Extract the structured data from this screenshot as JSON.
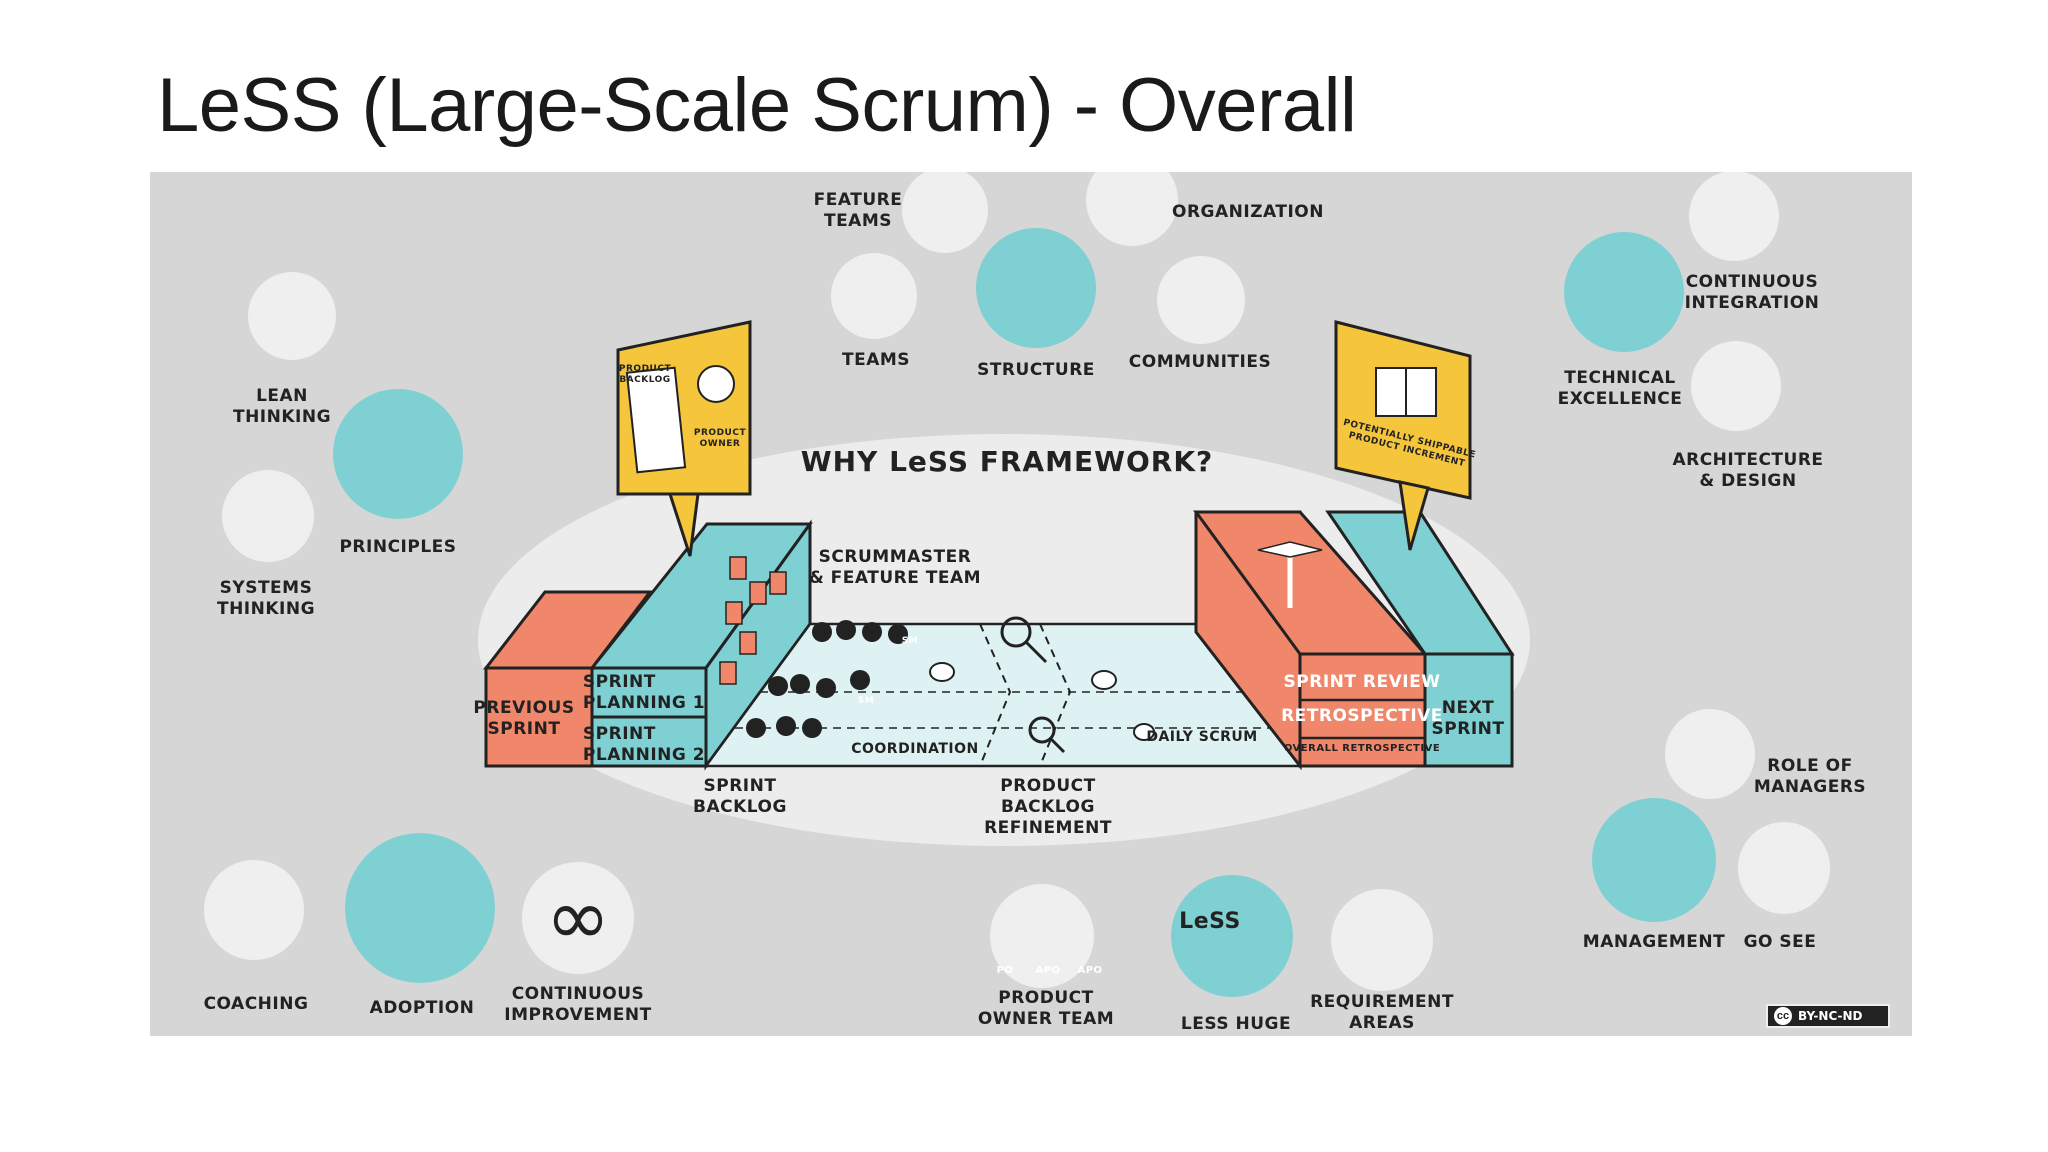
{
  "title": "LeSS (Large-Scale Scrum) - Overall",
  "center_title": "WHY LeSS FRAMEWORK?",
  "labels": {
    "feature_teams": "FEATURE\nTEAMS",
    "organization": "ORGANIZATION",
    "teams": "TEAMS",
    "structure": "STRUCTURE",
    "communities": "COMMUNITIES",
    "continuous_integration": "CONTINUOUS\nINTEGRATION",
    "technical_excellence": "TECHNICAL\nEXCELLENCE",
    "architecture_design": "ARCHITECTURE\n& DESIGN",
    "lean_thinking": "LEAN\nTHINKING",
    "principles": "PRINCIPLES",
    "systems_thinking": "SYSTEMS\nTHINKING",
    "scrummaster_team": "SCRUMMASTER\n& FEATURE TEAM",
    "previous_sprint": "PREVIOUS\nSPRINT",
    "sprint_planning_1": "SPRINT\nPLANNING 1",
    "sprint_planning_2": "SPRINT\nPLANNING 2",
    "coordination": "COORDINATION",
    "daily_scrum": "DAILY SCRUM",
    "sprint_review": "SPRINT REVIEW",
    "retrospective": "RETROSPECTIVE",
    "overall_retrospective": "OVERALL RETROSPECTIVE",
    "next_sprint": "NEXT\nSPRINT",
    "sprint_backlog": "SPRINT\nBACKLOG",
    "pbr": "PRODUCT\nBACKLOG\nREFINEMENT",
    "role_of_managers": "ROLE OF\nMANAGERS",
    "management": "MANAGEMENT",
    "go_see": "GO SEE",
    "coaching": "COACHING",
    "adoption": "ADOPTION",
    "continuous_improvement": "CONTINUOUS\nIMPROVEMENT",
    "product_owner_team": "PRODUCT\nOWNER TEAM",
    "less_huge": "LESS HUGE",
    "requirement_areas": "REQUIREMENT\nAREAS",
    "product_backlog_sign": "PRODUCT\nBACKLOG",
    "product_owner_sign": "PRODUCT\nOWNER",
    "increment_sign": "POTENTIALLY SHIPPABLE\nPRODUCT INCREMENT",
    "license": "BY-NC-ND",
    "license_cc": "cc",
    "less_box": "LeSS",
    "po": "PO",
    "apo": "APO",
    "sm": "SM"
  },
  "colors": {
    "background": "#d6d6d6",
    "teal": "#7fd0d3",
    "orange": "#f0876a",
    "yellow": "#f5c53c",
    "ink": "#222222"
  }
}
